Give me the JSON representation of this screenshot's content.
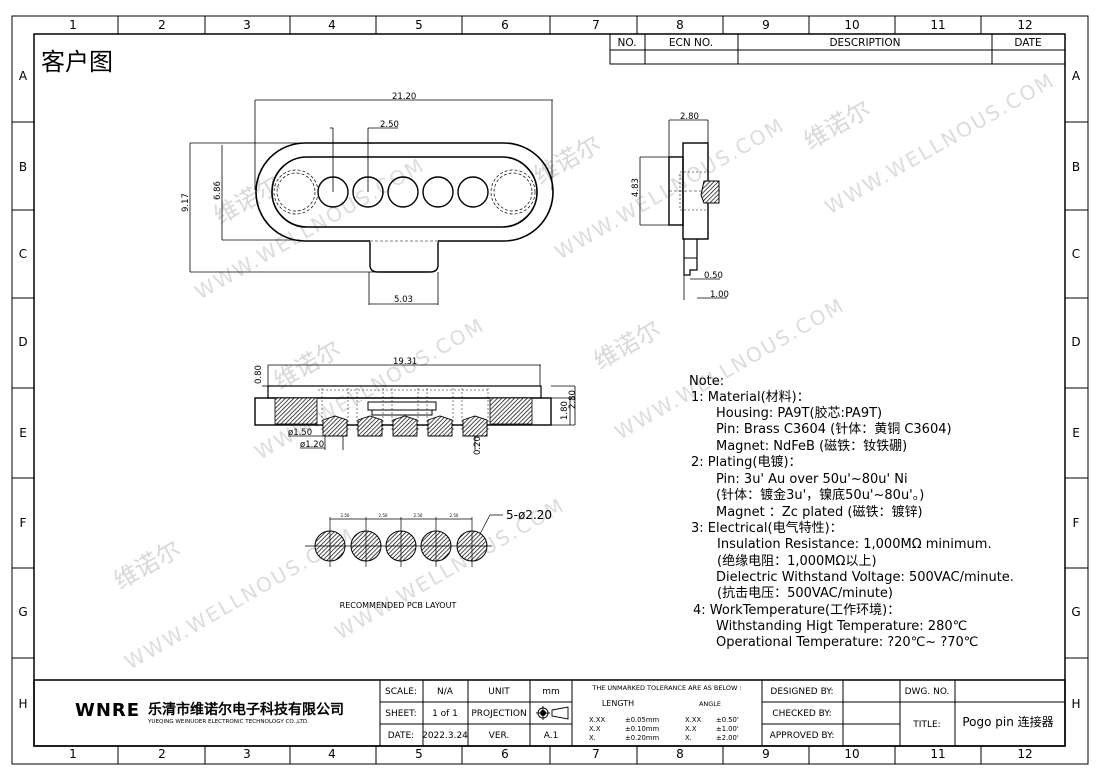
{
  "sheet": {
    "customer_label": "客户图",
    "columns": [
      "1",
      "2",
      "3",
      "4",
      "5",
      "6",
      "7",
      "8",
      "9",
      "10",
      "11",
      "12"
    ],
    "rows": [
      "A",
      "B",
      "C",
      "D",
      "E",
      "F",
      "G",
      "H"
    ]
  },
  "watermark": {
    "cn": "维诺尔",
    "en": "WWW.WELLNOUS.COM"
  },
  "revision_table": {
    "headers": [
      "NO.",
      "ECN NO.",
      "DESCRIPTION",
      "DATE"
    ]
  },
  "top_view": {
    "width": "21.20",
    "pitch": "2.50",
    "height_total": "9.17",
    "height_body": "6.86",
    "tab_width": "5.03"
  },
  "side_view": {
    "thickness": "2.80",
    "magnet_height": "4.83",
    "step": "0.50",
    "stem": "1.00"
  },
  "front_view": {
    "length": "19.31",
    "top": "0.80",
    "pin_dia_outer": "ø1.50",
    "pin_dia_inner": "ø1.20",
    "pin_protrusion": "0.20",
    "body_height": "1.80",
    "total_height": "2.80"
  },
  "pcb_layout": {
    "pads": "5-ø2.20",
    "pitch_label": "2.50",
    "caption": "RECOMMENDED PCB LAYOUT"
  },
  "notes": {
    "title": "Note:",
    "lines": [
      "1:  Material(材料)：",
      "Housing:  PA9T(胶芯:PA9T)",
      "Pin:  Brass  C3604 (针体：黄铜 C3604)",
      "Magnet:  NdFeB      (磁铁：钕铁硼)",
      "2:  Plating(电镀)：",
      "Pin:  3u'  Au  over  50u'~80u'  Ni",
      "(针体：镀金3u'，镍底50u'~80u'。)",
      "Magnet  ：Zc plated (磁铁：镀锌)",
      "3:  Electrical(电气特性)：",
      "Insulation  Resistance:  1,000MΩ  minimum.",
      "(绝缘电阻：1,000MΩ以上)",
      "Dielectric  Withstand  Voltage:  500VAC/minute.",
      "(抗击电压：500VAC/minute)",
      "4:  WorkTemperature(工作环境)：",
      "Withstanding  Higt  Temperature:  280℃",
      "Operational  Temperature:  ?20℃~ ?70℃"
    ]
  },
  "title_block": {
    "company_logo": "WNRE",
    "company_cn": "乐清市维诺尔电子科技有限公司",
    "company_en": "YUEQING WEINUOER ELECTRONIC TECHNOLOGY CO.,LTD.",
    "scale_label": "SCALE:",
    "scale": "N/A",
    "unit_label": "UNIT",
    "unit": "mm",
    "sheet_label": "SHEET:",
    "sheet": "1  of  1",
    "projection_label": "PROJECTION",
    "date_label": "DATE:",
    "date": "2022.3.24",
    "ver_label": "VER.",
    "ver": "A.1",
    "tolerance_title": "THE UNMARKED TOLERANCE ARE AS BELOW :",
    "length_label": "LENGTH",
    "angle_label": "ANGLE",
    "tolerances": [
      {
        "l": "X.XX",
        "lv": "±0.05mm",
        "a": "X.XX",
        "av": "±0.50'"
      },
      {
        "l": "X.X",
        "lv": "±0.10mm",
        "a": "X.X",
        "av": "±1.00'"
      },
      {
        "l": "X.",
        "lv": "±0.20mm",
        "a": "X.",
        "av": "±2.00'"
      }
    ],
    "designed_by": "DESIGNED  BY:",
    "checked_by": "CHECKED  BY:",
    "approved_by": "APPROVED  BY:",
    "dwg_no": "DWG.  NO.",
    "title_label": "TITLE:",
    "title": "Pogo  pin  连接器"
  }
}
